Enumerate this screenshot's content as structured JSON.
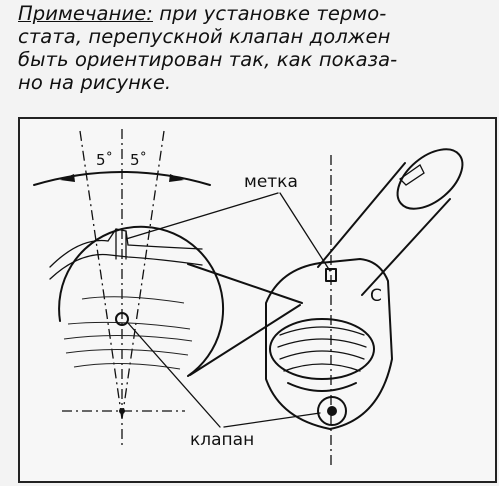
{
  "note": {
    "label": "Примечание:",
    "line1_rest": " при установке термо-",
    "line2": "стата, перепускной клапан должен",
    "line3": "быть ориентирован так, как показа-",
    "line4": "но на рисунке."
  },
  "figure": {
    "angle_left": "5˚",
    "angle_right": "5˚",
    "mark_label": "метка",
    "valve_label": "клапан",
    "housing_letter": "C"
  }
}
